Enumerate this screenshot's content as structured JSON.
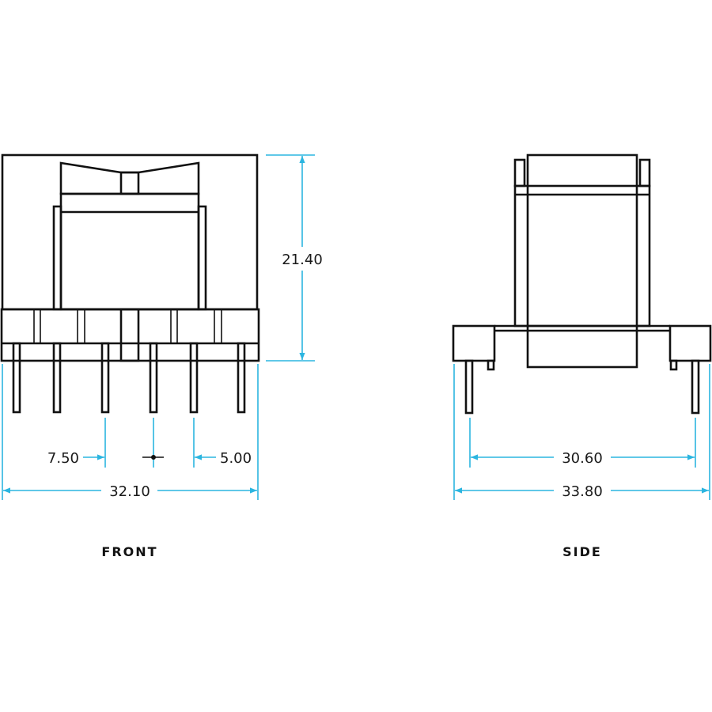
{
  "front": {
    "label": "FRONT",
    "height": "21.40",
    "pitch_left": "7.50",
    "pitch_right": "5.00",
    "width": "32.10"
  },
  "side": {
    "label": "SIDE",
    "pin_span": "30.60",
    "width": "33.80"
  },
  "colors": {
    "dimension": "#2bb5e0",
    "outline": "#111111"
  }
}
